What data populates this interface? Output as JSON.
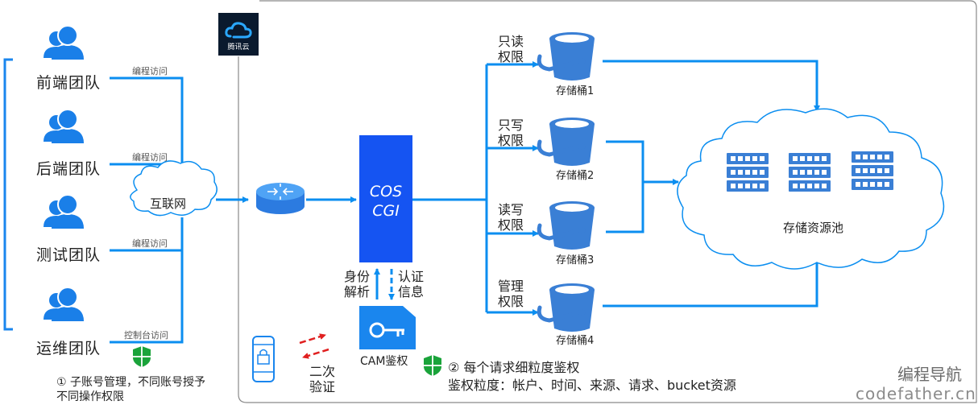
{
  "teams": [
    {
      "name": "前端团队",
      "access": "编程访问"
    },
    {
      "name": "后端团队",
      "access": "编程访问"
    },
    {
      "name": "测试团队",
      "access": "编程访问"
    },
    {
      "name": "运维团队",
      "access": "控制台访问"
    }
  ],
  "internet_label": "互联网",
  "logo_label": "腾讯云",
  "cos": {
    "line1": "COS",
    "line2": "CGI"
  },
  "identity_parse": {
    "line1": "身份",
    "line2": "解析"
  },
  "auth_info": {
    "line1": "认证",
    "line2": "信息"
  },
  "cam_label": "CAM鉴权",
  "second_verify": {
    "line1": "二次",
    "line2": "验证"
  },
  "buckets": [
    {
      "name": "存储桶1",
      "perm1": "只读",
      "perm2": "权限"
    },
    {
      "name": "存储桶2",
      "perm1": "只写",
      "perm2": "权限"
    },
    {
      "name": "存储桶3",
      "perm1": "读写",
      "perm2": "权限"
    },
    {
      "name": "存储桶4",
      "perm1": "管理",
      "perm2": "权限"
    }
  ],
  "pool_label": "存储资源池",
  "note1": {
    "line1": "① 子账号管理，不同账号授予",
    "line2": "不同操作权限"
  },
  "note2": {
    "line1": "② 每个请求细粒度鉴权",
    "line2": "鉴权粒度：帐户、时间、来源、请求、bucket资源"
  },
  "watermark": {
    "line1": "编程导航",
    "line2": "codefather.cn"
  },
  "colors": {
    "primary": "#0b8ef0",
    "cos": "#1554f2",
    "icon": "#3a7fd5",
    "red": "#e02020",
    "shield": "#1aa33a"
  }
}
